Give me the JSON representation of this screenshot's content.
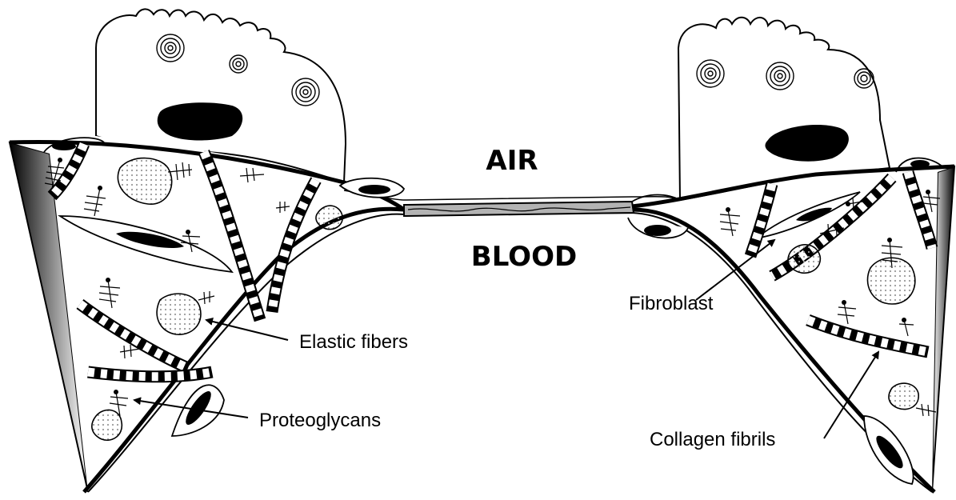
{
  "diagram": {
    "labels": {
      "air": "AIR",
      "blood": "BLOOD",
      "elastic_fibers": "Elastic fibers",
      "proteoglycans": "Proteoglycans",
      "fibroblast": "Fibroblast",
      "collagen_fibrils": "Collagen fibrils"
    },
    "colors": {
      "ink": "#000000",
      "background": "#ffffff",
      "barrier_fill": "#b3b3b3",
      "stipple": "#9a9a9a"
    }
  }
}
